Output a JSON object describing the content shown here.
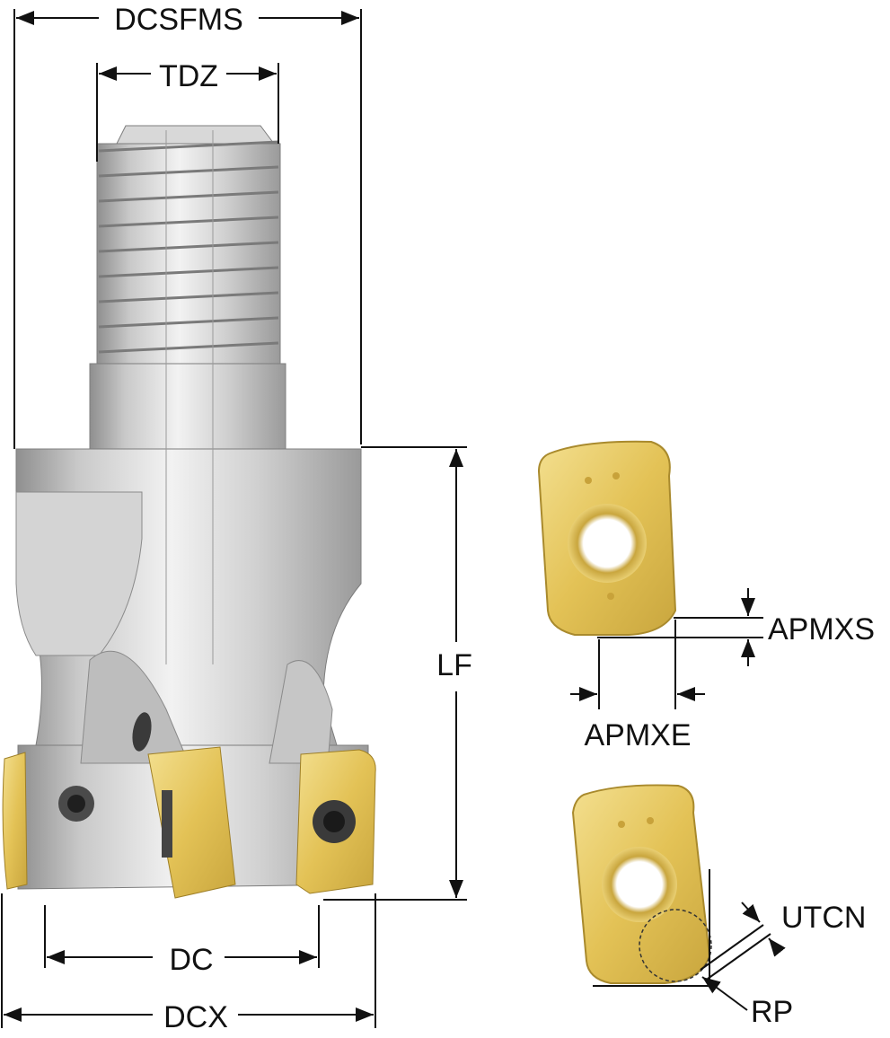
{
  "labels": {
    "dcsfms": "DCSFMS",
    "tdz": "TDZ",
    "lf": "LF",
    "apmxs": "APMXS",
    "apmxe": "APMXE",
    "utcn": "UTCN",
    "rp": "RP",
    "dc": "DC",
    "dcx": "DCX"
  },
  "colors": {
    "steel_light": "#e6e6e6",
    "steel_mid": "#bdbdbd",
    "steel_dark": "#8a8a8a",
    "insert_gold": "#e3c256",
    "insert_gold_dark": "#b8962e",
    "insert_gold_light": "#f3df8f",
    "line": "#111111"
  }
}
